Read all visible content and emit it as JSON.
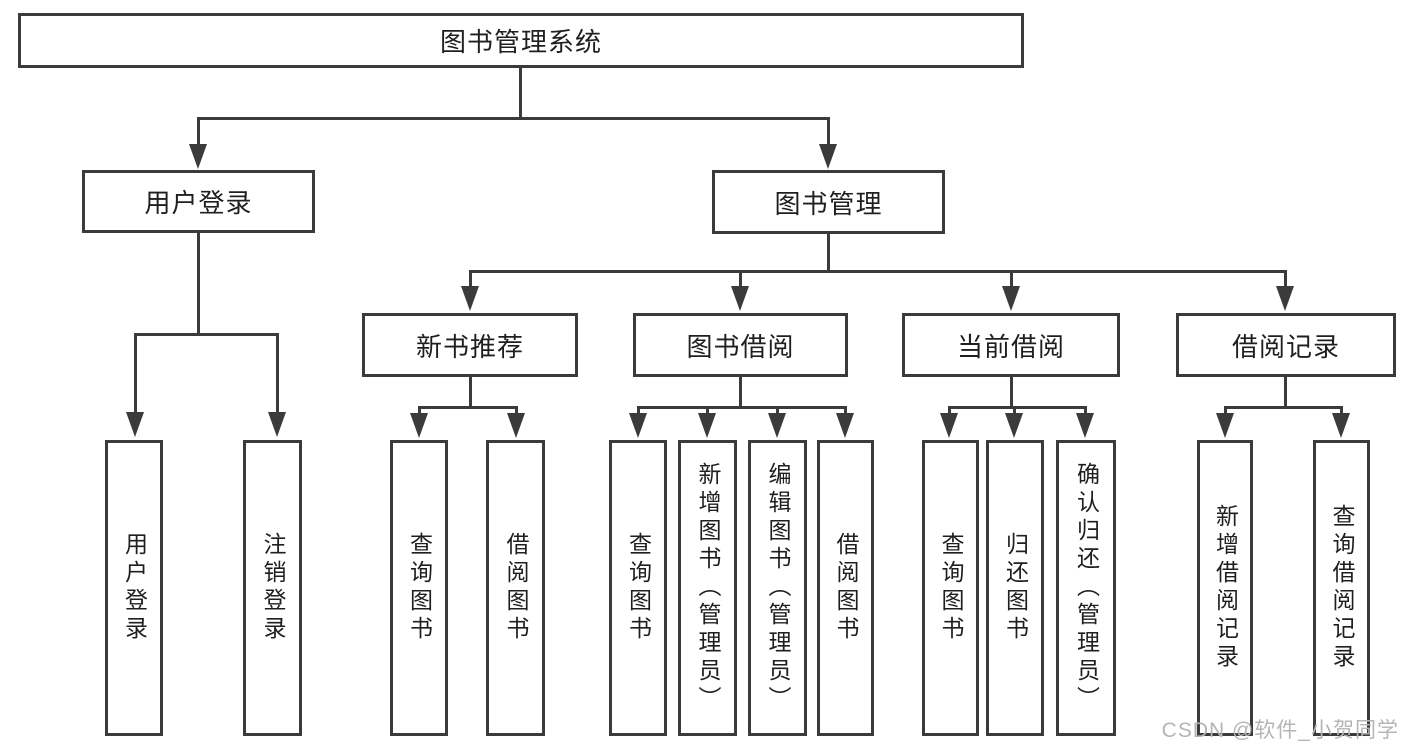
{
  "diagram_type": "functional-structure-tree",
  "colors": {
    "line": "#3b3b3b",
    "node_border": "#3b3b3b",
    "node_background": "#ffffff",
    "text": "#1f1f1f",
    "watermark": "#b5b5b5",
    "page_background": "#ffffff"
  },
  "tree": {
    "label": "图书管理系统",
    "children": [
      {
        "label": "用户登录",
        "children": [
          {
            "label": "用户登录"
          },
          {
            "label": "注销登录"
          }
        ]
      },
      {
        "label": "图书管理",
        "children": [
          {
            "label": "新书推荐",
            "children": [
              {
                "label": "查询图书"
              },
              {
                "label": "借阅图书"
              }
            ]
          },
          {
            "label": "图书借阅",
            "children": [
              {
                "label": "查询图书"
              },
              {
                "label": "新增图书（管理员）"
              },
              {
                "label": "编辑图书（管理员）"
              },
              {
                "label": "借阅图书"
              }
            ]
          },
          {
            "label": "当前借阅",
            "children": [
              {
                "label": "查询图书"
              },
              {
                "label": "归还图书"
              },
              {
                "label": "确认归还（管理员）"
              }
            ]
          },
          {
            "label": "借阅记录",
            "children": [
              {
                "label": "新增借阅记录"
              },
              {
                "label": "查询借阅记录"
              }
            ]
          }
        ]
      }
    ]
  },
  "watermark": {
    "text": "CSDN @软件_小贺同学"
  }
}
